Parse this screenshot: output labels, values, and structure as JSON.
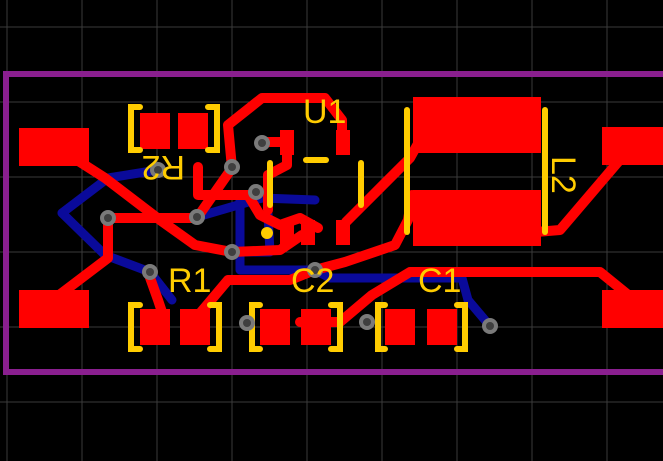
{
  "colors": {
    "background": "#000000",
    "grid": "#3a3a3a",
    "board_outline": "#8a1f8f",
    "top_copper": "#ff0000",
    "bottom_copper": "#0a0a9a",
    "silkscreen": "#ffcc00",
    "via_fill": "#7a7a7a",
    "via_hole": "#3f3f3f"
  },
  "designators": {
    "u1": "U1",
    "r1": "R1",
    "r2": "R2",
    "c1": "C1",
    "c2": "C2",
    "l2": "L2"
  }
}
